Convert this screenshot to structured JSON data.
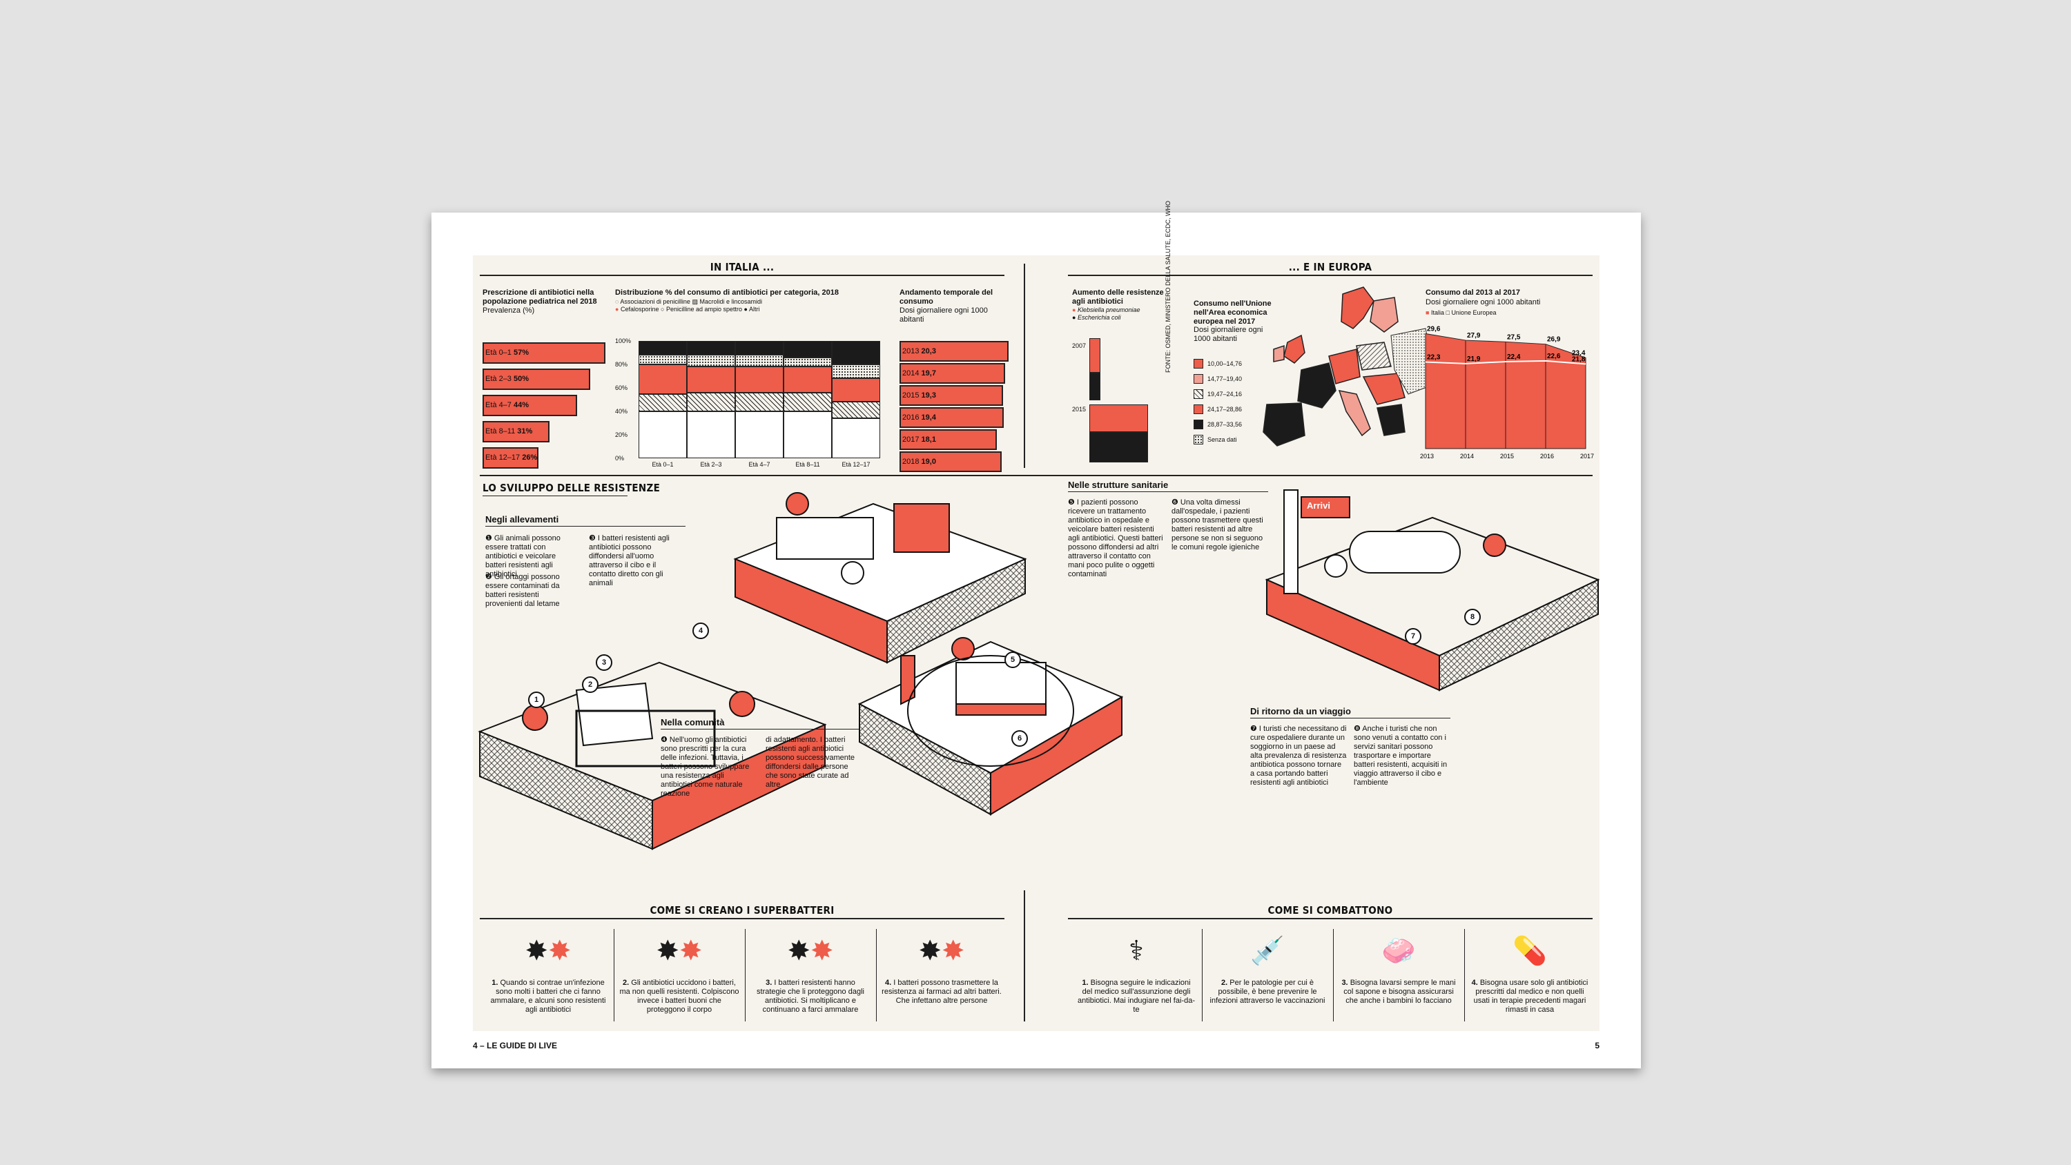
{
  "headers": {
    "italia": "IN ITALIA ...",
    "europa": "... E IN EUROPA",
    "sviluppo": "LO SVILUPPO DELLE RESISTENZE",
    "creano": "COME SI CREANO I SUPERBATTERI",
    "combattono": "COME SI COMBATTONO"
  },
  "prescrizione": {
    "title": "Prescrizione di antibiotici nella popolazione pediatrica nel 2018",
    "subtitle": "Prevalenza (%)",
    "rows": [
      {
        "label": "Età 0–1",
        "value": "57%",
        "pct": 57
      },
      {
        "label": "Età 2–3",
        "value": "50%",
        "pct": 50
      },
      {
        "label": "Età 4–7",
        "value": "44%",
        "pct": 44
      },
      {
        "label": "Età 8–11",
        "value": "31%",
        "pct": 31
      },
      {
        "label": "Età 12–17",
        "value": "26%",
        "pct": 26
      }
    ]
  },
  "distribuzione": {
    "title": "Distribuzione % del consumo di antibiotici per categoria, 2018",
    "legend": [
      "Associazioni di penicilline",
      "Macrolidi e lincosamidi",
      "Cefalosporine",
      "Penicilline ad ampio spettro",
      "Altri"
    ],
    "yticks": [
      "100%",
      "80%",
      "60%",
      "40%",
      "20%",
      "0%"
    ],
    "categories": [
      "Età 0–1",
      "Età 2–3",
      "Età 4–7",
      "Età 8–11",
      "Età 12–17"
    ]
  },
  "andamento": {
    "title": "Andamento temporale del consumo",
    "subtitle": "Dosi giornaliere ogni 1000 abitanti",
    "rows": [
      {
        "year": "2013",
        "value": "20,3",
        "v": 20.3
      },
      {
        "year": "2014",
        "value": "19,7",
        "v": 19.7
      },
      {
        "year": "2015",
        "value": "19,3",
        "v": 19.3
      },
      {
        "year": "2016",
        "value": "19,4",
        "v": 19.4
      },
      {
        "year": "2017",
        "value": "18,1",
        "v": 18.1
      },
      {
        "year": "2018",
        "value": "19,0",
        "v": 19.0
      }
    ]
  },
  "aumento": {
    "title": "Aumento delle resistenze agli antibiotici",
    "legend": [
      "Klebsiella pneumoniae",
      "Escherichia coli"
    ],
    "years": [
      "2007",
      "2015"
    ],
    "source": "FONTE: OSMED, MINISTERO DELLA SALUTE, ECDC, WHO"
  },
  "consumo_ue": {
    "title": "Consumo nell'Unione nell'Area economica europea nel 2017",
    "subtitle": "Dosi giornaliere ogni 1000 abitanti",
    "legend": [
      "10,00–14,76",
      "14,77–19,40",
      "19,47–24,16",
      "24,17–28,86",
      "28,87–33,56",
      "Senza dati"
    ]
  },
  "consumo_trend": {
    "title": "Consumo dal 2013 al 2017",
    "subtitle": "Dosi giornaliere ogni 1000 abitanti",
    "legend": [
      "Italia",
      "Unione Europea"
    ],
    "years": [
      "2013",
      "2014",
      "2015",
      "2016",
      "2017"
    ],
    "italia": [
      29.6,
      27.9,
      27.5,
      26.9,
      23.4
    ],
    "italia_labels": [
      "29,6",
      "27,9",
      "27,5",
      "26,9",
      "23,4"
    ],
    "ue": [
      22.3,
      21.9,
      22.4,
      22.6,
      21.8
    ],
    "ue_labels": [
      "22,3",
      "21,9",
      "22,4",
      "22,6",
      "21,8"
    ]
  },
  "allevamenti": {
    "title": "Negli allevamenti",
    "t1": "❶ Gli animali possono essere trattati con antibiotici e veicolare batteri resistenti agli antibiotici",
    "t2": "❷ Gli ortaggi possono essere contaminati da batteri resistenti provenienti dal letame",
    "t3": "❸ I batteri resistenti agli antibiotici possono diffondersi all'uomo attraverso il cibo e il contatto diretto con gli animali"
  },
  "comunita": {
    "title": "Nella comunità",
    "t1": "❹ Nell'uomo gli antibiotici sono prescritti per la cura delle infezioni. Tuttavia, i batteri possono sviluppare una resistenza agli antibiotici come naturale reazione",
    "t2": "di adattamento. I batteri resistenti agli antibiotici possono successivamente diffondersi dalle persone che sono state curate ad altre"
  },
  "strutture": {
    "title": "Nelle strutture sanitarie",
    "t1": "❺ I pazienti possono ricevere un trattamento antibiotico in ospedale e veicolare batteri resistenti agli antibiotici. Questi batteri possono diffondersi ad altri attraverso il contatto con mani poco pulite o oggetti contaminati",
    "t2": "❻ Una volta dimessi dall'ospedale, i pazienti possono trasmettere questi batteri resistenti ad altre persone se non si seguono le comuni regole igieniche"
  },
  "viaggio": {
    "title": "Di ritorno da un viaggio",
    "t1": "❼ I turisti che necessitano di cure ospedaliere durante un soggiorno in un paese ad alta prevalenza di resistenza antibiotica possono tornare a casa portando batteri resistenti agli antibiotici",
    "t2": "❽ Anche i turisti che non sono venuti a contatto con i servizi sanitari possono trasportare e importare batteri resistenti, acquisiti in viaggio attraverso il cibo e l'ambiente"
  },
  "sign_arrivi": "Arrivi",
  "creano_steps": [
    {
      "n": "1.",
      "text": "Quando si contrae un'infezione sono molti i batteri che ci fanno ammalare, e alcuni sono resistenti agli antibiotici"
    },
    {
      "n": "2.",
      "text": "Gli antibiotici uccidono i batteri, ma non quelli resistenti. Colpiscono invece i batteri buoni che proteggono il corpo"
    },
    {
      "n": "3.",
      "text": "I batteri resistenti hanno strategie che li proteggono dagli antibiotici. Si moltiplicano e continuano a farci ammalare"
    },
    {
      "n": "4.",
      "text": "I batteri possono trasmettere la resistenza ai farmaci ad altri batteri. Che infettano altre persone"
    }
  ],
  "combattono_steps": [
    {
      "n": "1.",
      "text": "Bisogna seguire le indicazioni del medico sull'assunzione degli antibiotici. Mai indugiare nel fai-da-te"
    },
    {
      "n": "2.",
      "text": "Per le patologie per cui è possibile, è bene prevenire le infezioni attraverso le vaccinazioni"
    },
    {
      "n": "3.",
      "text": "Bisogna lavarsi sempre le mani col sapone e bisogna assicurarsi che anche i bambini lo facciano"
    },
    {
      "n": "4.",
      "text": "Bisogna usare solo gli antibiotici prescritti dal medico e non quelli usati in terapie precedenti magari rimasti in casa"
    }
  ],
  "footer": {
    "left": "4 – LE GUIDE DI LIVE",
    "right": "5"
  },
  "colors": {
    "accent": "#ee5c4a",
    "ink": "#1b1b1b",
    "paper": "#f6f3ec"
  }
}
